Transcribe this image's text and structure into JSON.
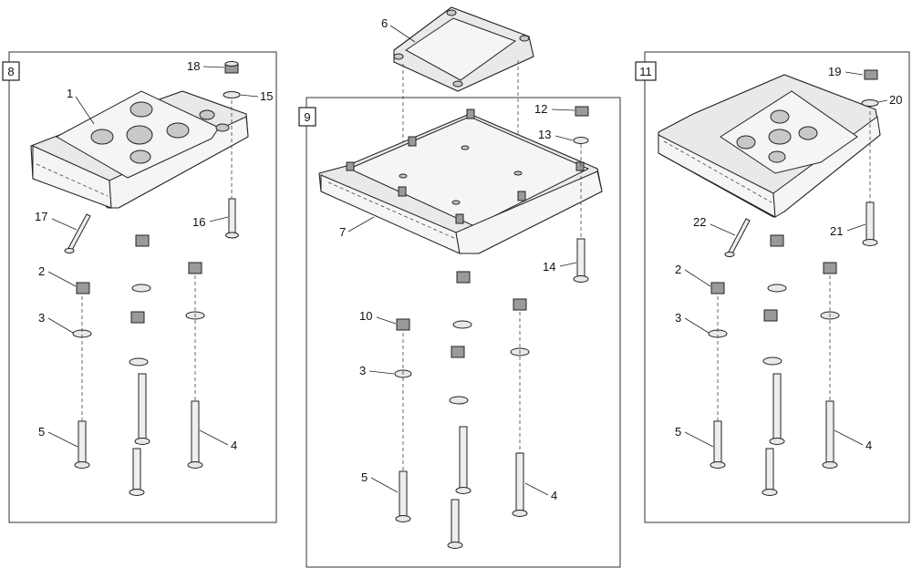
{
  "panels": {
    "left_id": "8",
    "center_id": "9",
    "right_id": "11"
  },
  "callouts": {
    "p1": "1",
    "p2a": "2",
    "p3a": "3",
    "p4a": "4",
    "p5a": "5",
    "p15": "15",
    "p16": "16",
    "p17": "17",
    "p18": "18",
    "p6": "6",
    "p7": "7",
    "p10": "10",
    "p3b": "3",
    "p5b": "5",
    "p4b": "4",
    "p12": "12",
    "p13": "13",
    "p14": "14",
    "p19": "19",
    "p20": "20",
    "p21": "21",
    "p22": "22",
    "p2c": "2",
    "p3c": "3",
    "p4c": "4",
    "p5c": "5"
  },
  "colors": {
    "line": "#222222",
    "part_fill": "#e9e9e9",
    "nut_fill": "#9a9a9a"
  }
}
